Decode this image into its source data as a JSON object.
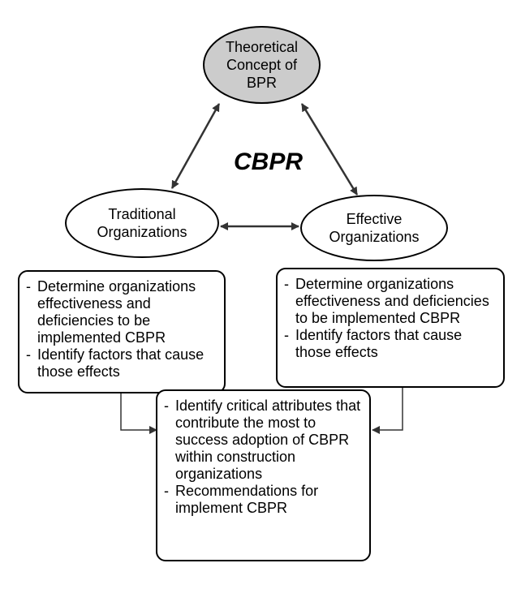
{
  "nodes": {
    "theory": {
      "lines": [
        "Theoretical",
        "Concept of",
        "BPR"
      ],
      "fill": "#cccccc"
    },
    "traditional": {
      "lines": [
        "Traditional",
        "Organizations"
      ]
    },
    "effective": {
      "lines": [
        "Effective",
        "Organizations"
      ]
    }
  },
  "center_label": "CBPR",
  "boxes": {
    "left": {
      "items": [
        "Determine organizations effectiveness and deficiencies to be implemented CBPR",
        "Identify factors that cause those effects"
      ]
    },
    "right": {
      "items": [
        "Determine organizations effectiveness and deficiencies to be implemented CBPR",
        "Identify factors that cause those effects"
      ]
    },
    "bottom": {
      "items": [
        "Identify critical attributes that contribute the most to success adoption of CBPR within construction organizations",
        "Recommendations for implement CBPR"
      ]
    }
  }
}
